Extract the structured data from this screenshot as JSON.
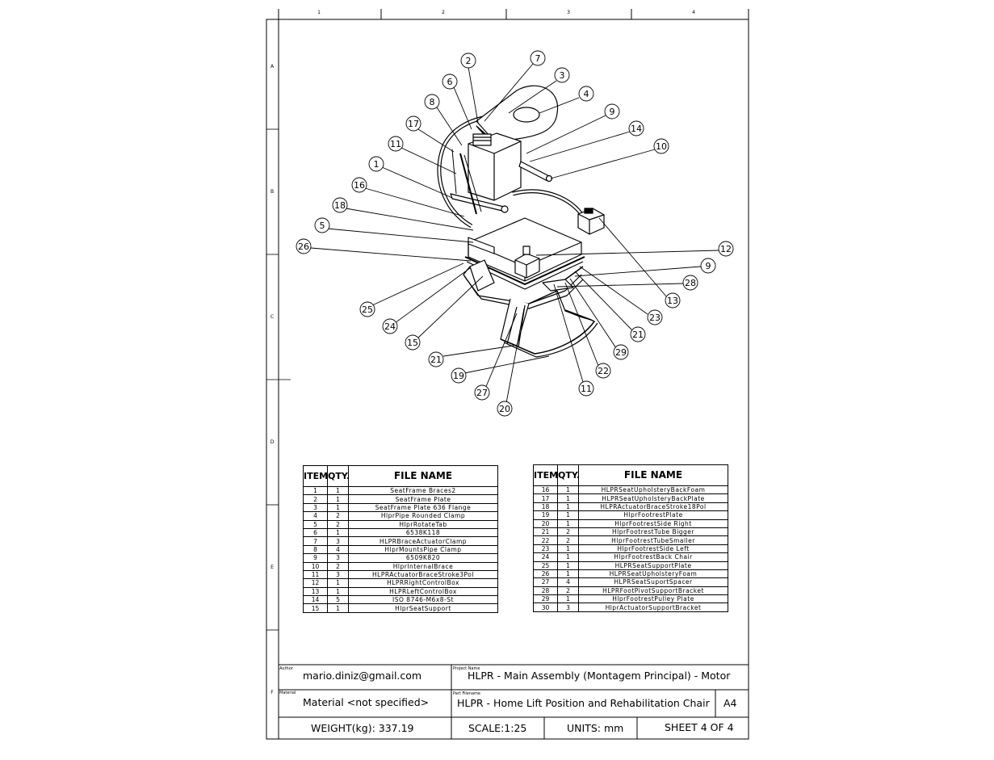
{
  "sheet": {
    "zone_columns": [
      "1",
      "2",
      "3",
      "4"
    ],
    "zone_rows": [
      "A",
      "B",
      "C",
      "D",
      "E",
      "F"
    ]
  },
  "balloons": [
    "2",
    "7",
    "3",
    "4",
    "6",
    "8",
    "9",
    "17",
    "14",
    "11",
    "10",
    "1",
    "16",
    "18",
    "5",
    "26",
    "12",
    "9",
    "28",
    "13",
    "25",
    "24",
    "23",
    "15",
    "21",
    "29",
    "21",
    "22",
    "19",
    "11",
    "27",
    "20"
  ],
  "bom_left": {
    "headers": {
      "item": "ITEM NO.",
      "qty": "QTY.",
      "file": "FILE NAME"
    },
    "rows": [
      {
        "item": "1",
        "qty": "1",
        "name": "SeatFrame Braces2"
      },
      {
        "item": "2",
        "qty": "1",
        "name": "SeatFrame Plate"
      },
      {
        "item": "3",
        "qty": "1",
        "name": "SeatFrame Plate 636 Flange"
      },
      {
        "item": "4",
        "qty": "2",
        "name": "HlprPipe Rounded Clamp"
      },
      {
        "item": "5",
        "qty": "2",
        "name": "HlprRotateTab"
      },
      {
        "item": "6",
        "qty": "1",
        "name": "6538K118"
      },
      {
        "item": "7",
        "qty": "3",
        "name": "HLPRBraceActuatorClamp"
      },
      {
        "item": "8",
        "qty": "4",
        "name": "HlprMountsPipe Clamp"
      },
      {
        "item": "9",
        "qty": "3",
        "name": "6509K820"
      },
      {
        "item": "10",
        "qty": "2",
        "name": "HlprInternalBrace"
      },
      {
        "item": "11",
        "qty": "3",
        "name": "HLPRActuatorBraceStroke3Pol"
      },
      {
        "item": "12",
        "qty": "1",
        "name": "HLPRRightControlBox"
      },
      {
        "item": "13",
        "qty": "1",
        "name": "HLPRLeftControlBox"
      },
      {
        "item": "14",
        "qty": "5",
        "name": "ISO 8746-M6x8-St"
      },
      {
        "item": "15",
        "qty": "1",
        "name": "HlprSeatSupport"
      }
    ]
  },
  "bom_right": {
    "headers": {
      "item": "ITEM NO.",
      "qty": "QTY.",
      "file": "FILE NAME"
    },
    "rows": [
      {
        "item": "16",
        "qty": "1",
        "name": "HLPRSeatUpholsteryBackFoam"
      },
      {
        "item": "17",
        "qty": "1",
        "name": "HLPRSeatUpholsteryBackPlate"
      },
      {
        "item": "18",
        "qty": "1",
        "name": "HLPRActuatorBraceStroke18Pol"
      },
      {
        "item": "19",
        "qty": "1",
        "name": "HlprFootrestPlate"
      },
      {
        "item": "20",
        "qty": "1",
        "name": "HlprFootrestSide Right"
      },
      {
        "item": "21",
        "qty": "2",
        "name": "HlprFootrestTube Bigger"
      },
      {
        "item": "22",
        "qty": "2",
        "name": "HlprFootrestTubeSmaller"
      },
      {
        "item": "23",
        "qty": "1",
        "name": "HlprFootrestSide Left"
      },
      {
        "item": "24",
        "qty": "1",
        "name": "HlprFootrestBack Chair"
      },
      {
        "item": "25",
        "qty": "1",
        "name": "HLPRSeatSupportPlate"
      },
      {
        "item": "26",
        "qty": "1",
        "name": "HLPRSeatUpholsteryFoam"
      },
      {
        "item": "27",
        "qty": "4",
        "name": "HLPRSeatSuportSpacer"
      },
      {
        "item": "28",
        "qty": "2",
        "name": "HLPRFootPivotSupportBracket"
      },
      {
        "item": "29",
        "qty": "1",
        "name": "HlprFootrestPulley Plate"
      },
      {
        "item": "30",
        "qty": "3",
        "name": "HlprActuatorSupportBracket"
      }
    ]
  },
  "title_block": {
    "author_label": "Author",
    "author": "mario.diniz@gmail.com",
    "project_label": "Project Name",
    "project": "HLPR - Main Assembly (Montagem Principal) - Motor",
    "material_label": "Material",
    "material": "Material <not specified>",
    "part_label": "Part Filename",
    "part": "HLPR - Home Lift Position and Rehabilitation Chair",
    "size": "A4",
    "weight": "WEIGHT(kg): 337.19",
    "scale": "SCALE:1:25",
    "units": "UNITS: mm",
    "sheet": "SHEET 4 OF 4"
  }
}
